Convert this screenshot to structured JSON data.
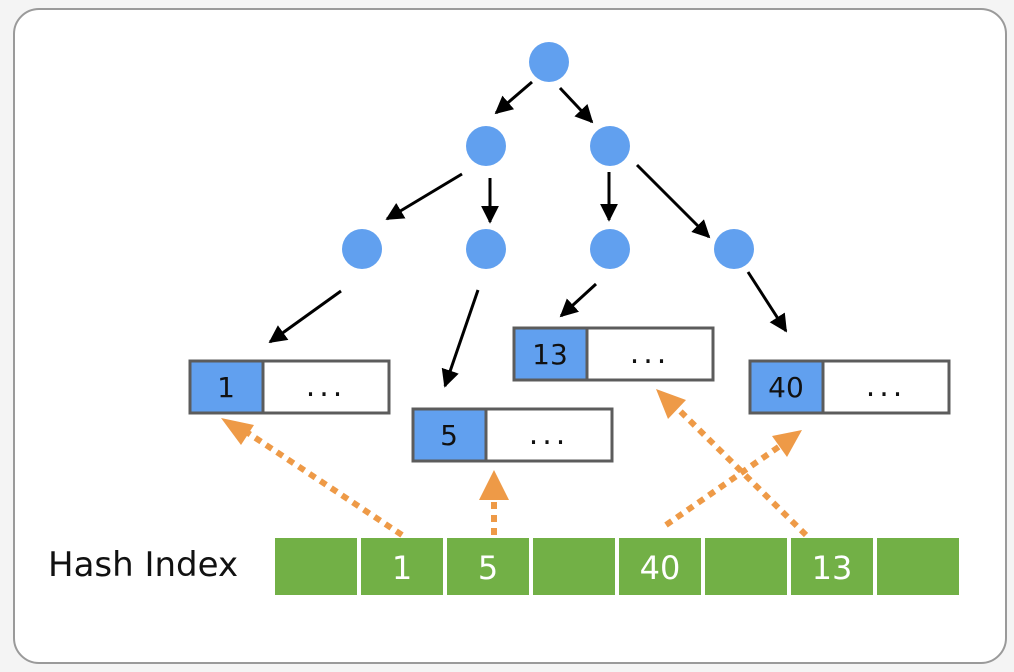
{
  "hash_index": {
    "label": "Hash Index",
    "buckets": [
      "",
      "1",
      "5",
      "",
      "40",
      "",
      "13",
      ""
    ]
  },
  "leaves": [
    {
      "key": "1",
      "rest": "..."
    },
    {
      "key": "5",
      "rest": "..."
    },
    {
      "key": "13",
      "rest": "..."
    },
    {
      "key": "40",
      "rest": "..."
    }
  ],
  "colors": {
    "tree_node": "#61a0ef",
    "leaf_key": "#61a0ef",
    "bucket": "#72b046",
    "hash_pointer": "#ee9a47",
    "tree_edge": "#000000",
    "frame_border": "#9a9a9a"
  }
}
